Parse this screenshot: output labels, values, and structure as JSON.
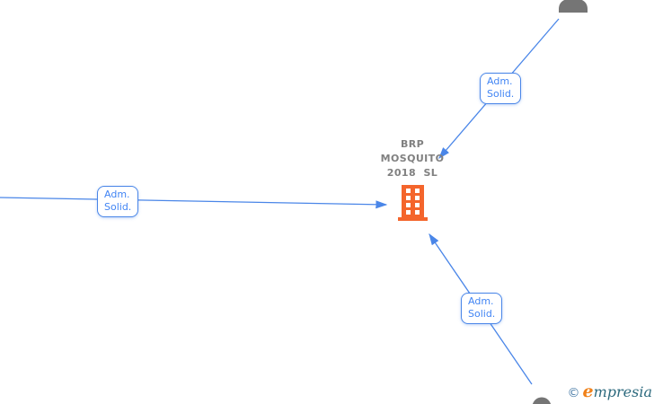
{
  "diagram": {
    "type": "corporate-relationship-graph",
    "company": {
      "name": "BRP MOSQUITO 2018 SL",
      "name_lines": [
        "BRP",
        "MOSQUITO",
        "2018  SL"
      ],
      "icon": "building-icon"
    },
    "edges": [
      {
        "id": "left-to-company",
        "label_line1": "Adm.",
        "label_line2": "Solid.",
        "direction": "arrow-points-to-company"
      },
      {
        "id": "top-right-person-to-company",
        "label_line1": "Adm.",
        "label_line2": "Solid.",
        "direction": "arrow-points-to-company"
      },
      {
        "id": "bottom-right-person-to-company",
        "label_line1": "Adm.",
        "label_line2": "Solid.",
        "direction": "arrow-points-to-company"
      }
    ],
    "persons": [
      {
        "id": "person-top-right",
        "icon": "person-icon",
        "partially_visible": true
      },
      {
        "id": "person-bottom-right",
        "icon": "person-icon",
        "partially_visible": true
      }
    ],
    "watermark": {
      "copyright": "©",
      "brand_initial": "e",
      "brand_rest": "mpresia"
    },
    "colors": {
      "edge_blue": "#4a86e8",
      "label_text_blue": "#4285f4",
      "building_orange": "#f4652c",
      "company_text_gray": "#808080",
      "person_gray": "#757575",
      "watermark_copyright_blue": "#4a7ca8",
      "watermark_orange": "#f08119",
      "watermark_teal": "#2d6a7e",
      "background": "#ffffff"
    }
  }
}
